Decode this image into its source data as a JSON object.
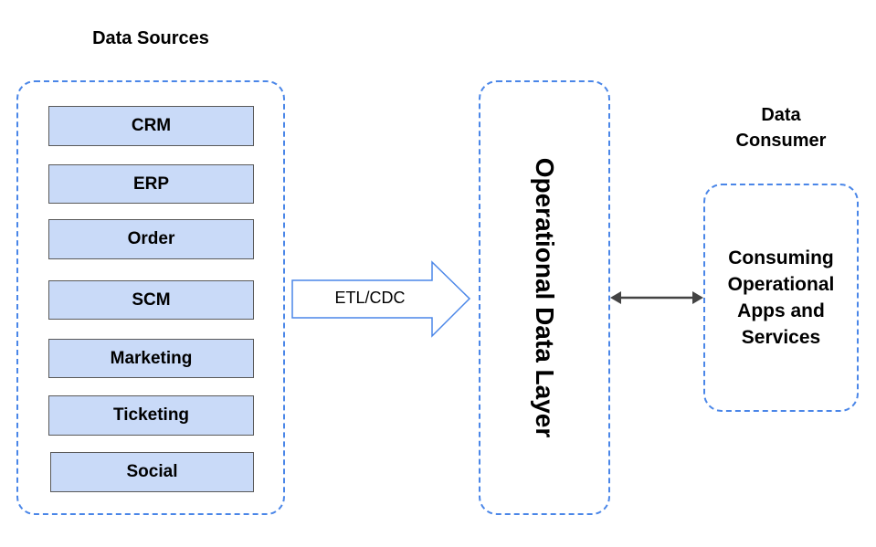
{
  "headings": {
    "data_sources": "Data Sources",
    "data_consumer": "Data\nConsumer"
  },
  "sources": [
    "CRM",
    "ERP",
    "Order",
    "SCM",
    "Marketing",
    "Ticketing",
    "Social"
  ],
  "operational_layer": {
    "label": "Operational Data Layer"
  },
  "etl": {
    "label": "ETL/CDC"
  },
  "consumer": {
    "label": "Consuming\nOperational\nApps and\nServices"
  },
  "colors": {
    "dashed_border": "#4a86e8",
    "source_fill": "#c9daf8",
    "source_border": "#595959",
    "arrow_stroke": "#4a86e8",
    "connector": "#434343"
  }
}
